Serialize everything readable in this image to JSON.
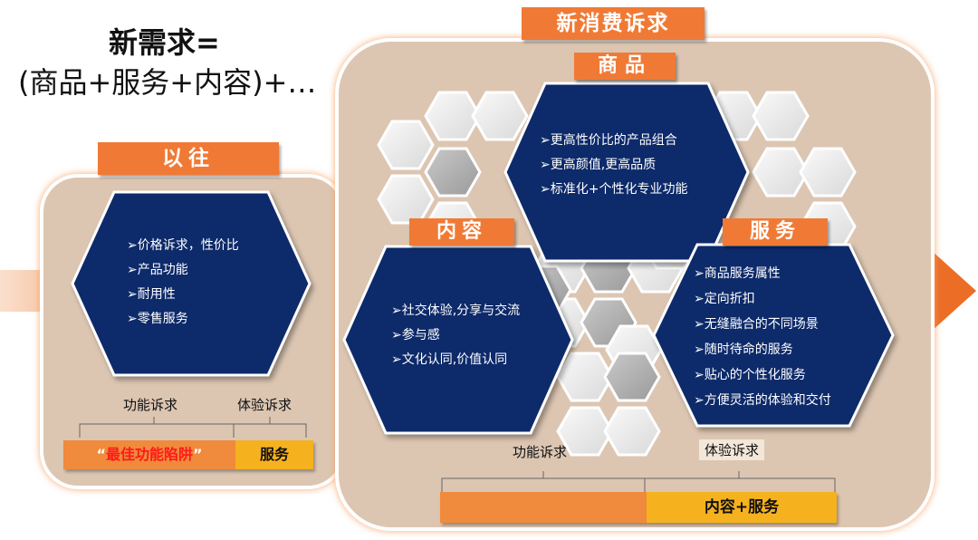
{
  "title": {
    "line1": "新需求=",
    "line2": "(商品+服务+内容)+…"
  },
  "new_section": {
    "label": "新消费诉求",
    "product": {
      "label": "商品",
      "bullets": [
        "➢更高性价比的产品组合",
        "➢更高颜值,更高品质",
        "➢标准化+个性化专业功能"
      ]
    },
    "content": {
      "label": "内容",
      "bullets": [
        "➢社交体验,分享与交流",
        "➢参与感",
        "➢文化认同,价值认同"
      ]
    },
    "service": {
      "label": "服务",
      "bullets": [
        "➢商品服务属性",
        "➢定向折扣",
        "➢无缝融合的不同场景",
        "➢随时待命的服务",
        "➢贴心的个性化服务",
        "➢方便灵活的体验和交付"
      ]
    },
    "functional_label": "功能诉求",
    "experience_label": "体验诉求",
    "experience_bar_text": "内容+服务"
  },
  "old_section": {
    "label": "以往",
    "bullets": [
      "➢价格诉求，性价比",
      "➢产品功能",
      "➢耐用性",
      "➢零售服务"
    ],
    "functional_label": "功能诉求",
    "experience_label": "体验诉求",
    "trap_open_quote": "“",
    "trap_text": "最佳功能陷阱",
    "trap_close_quote": "”",
    "service_text": "服务"
  },
  "colors": {
    "orange": "#f07a35",
    "navy": "#112a6b",
    "yellow": "#f5b21e",
    "tan": "#dcc6b2",
    "trap_red": "#ff1a1a"
  }
}
